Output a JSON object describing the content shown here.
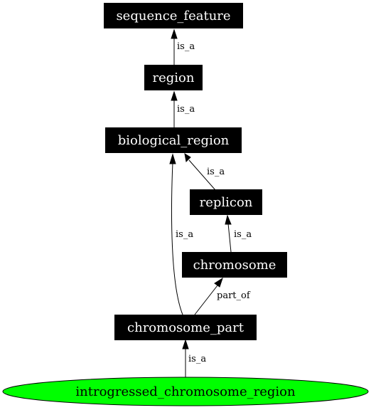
{
  "nodes": {
    "sequence_feature": "sequence_feature",
    "region": "region",
    "biological_region": "biological_region",
    "replicon": "replicon",
    "chromosome": "chromosome",
    "chromosome_part": "chromosome_part",
    "introgressed_chromosome_region": "introgressed_chromosome_region"
  },
  "edges": {
    "region_to_sequence_feature": "is_a",
    "biological_region_to_region": "is_a",
    "replicon_to_biological_region": "is_a",
    "chromosome_part_to_biological_region": "is_a",
    "chromosome_to_replicon": "is_a",
    "chromosome_part_to_chromosome": "part_of",
    "introgressed_to_chromosome_part": "is_a"
  },
  "colors": {
    "node_fill": "#000000",
    "node_text": "#ffffff",
    "root_fill": "#00ff00"
  }
}
